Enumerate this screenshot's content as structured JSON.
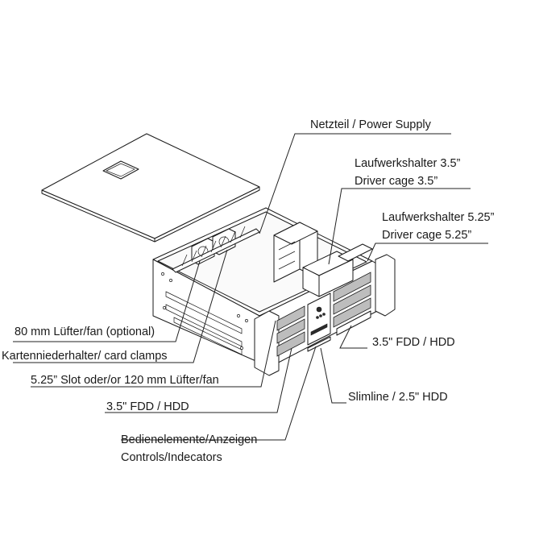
{
  "labels": {
    "power_supply": "Netzteil / Power Supply",
    "drive_cage_35_de": "Laufwerkshalter 3.5”",
    "drive_cage_35_en": "Driver cage 3.5”",
    "drive_cage_525_de": "Laufwerkshalter 5.25”",
    "drive_cage_525_en": "Driver cage 5.25”",
    "fan_80mm": "80 mm Lüfter/fan (optional)",
    "card_clamps": "Kartenniederhalter/ card clamps",
    "slot_525_fan": "5.25” Slot oder/or 120 mm Lüfter/fan",
    "fdd_hdd_left": "3.5\" FDD / HDD",
    "fdd_hdd_right": "3.5\" FDD / HDD",
    "slimline": "Slimline / 2.5\" HDD",
    "controls_de": "Bedienelemente/Anzeigen",
    "controls_en": "Controls/Indecators"
  }
}
